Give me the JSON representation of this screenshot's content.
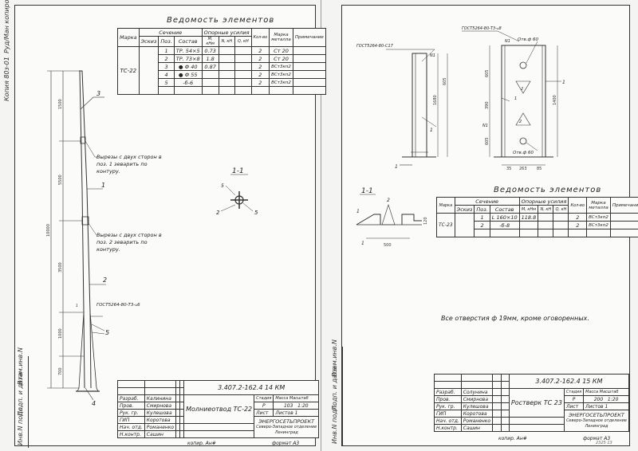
{
  "left_sheet": {
    "side_notes": [
      "Копия 80з-01",
      "Руд/Ман копирова"
    ],
    "side_strip": [
      "Инв.N подл.",
      "Подп. и дата",
      "Взам.инв.N"
    ],
    "table": {
      "title": "Ведомость элементов",
      "headers": {
        "mark": "Марка",
        "section": "Сечение",
        "sketch": "Эскиз",
        "pos": "Поз.",
        "composition": "Состав",
        "forces": "Опорные усилия",
        "m": "М, кНм",
        "n": "N, кН",
        "q": "Q, кН",
        "qty": "Кол-во",
        "steel": "Марка металла",
        "note": "Примечание"
      },
      "mark_value": "ТС-22",
      "rows": [
        {
          "pos": "1",
          "comp": "ТР. 54×5",
          "m": "0.73",
          "qty": "2",
          "steel": "Ст 20"
        },
        {
          "pos": "2",
          "comp": "ТР. 73×8",
          "m": "1.8",
          "qty": "2",
          "steel": "Ст 20"
        },
        {
          "pos": "3",
          "comp": "● Ф 40",
          "m": "0.87",
          "qty": "2",
          "steel": "ВСт3кп2"
        },
        {
          "pos": "4",
          "comp": "● Ф 55",
          "m": "",
          "qty": "2",
          "steel": "ВСт3кп2"
        },
        {
          "pos": "5",
          "comp": "-б-6",
          "m": "",
          "qty": "2",
          "steel": "ВСт3кп2"
        }
      ]
    },
    "callouts": {
      "c3": "3",
      "c1a": "1",
      "c1b": "1",
      "c2": "2",
      "c4": "4",
      "c5": "5",
      "cut1": "Вырезы с двух сторон в поз. 1 зеварить по контуру.",
      "cut2": "Вырезы с двух сторон в поз. 2 зеварить по контуру.",
      "gost": "ГОСТ5264-80-Т3-▵6"
    },
    "dims": {
      "d1": "1500",
      "d2": "5500",
      "d3": "3500",
      "d4": "1000",
      "d5": "700",
      "d6": "10000"
    },
    "section": {
      "title": "1-1",
      "p5": "5",
      "p2": "2",
      "p5b": "5"
    },
    "stamp": {
      "code": "3.407.2-162.4  14 КМ",
      "name": "Молниеотвод  ТС-22",
      "stage_h": "Стадия",
      "mass_h": "Масса",
      "scale_h": "Масштаб",
      "stage": "Р",
      "mass": "103",
      "scale": "1:20",
      "sheet": "Лист",
      "sheets": "Листов 1",
      "org": "ЭНЕРГОСЕТЬПРОЕКТ",
      "org2": "Северо-Западное отделение",
      "org3": "Ленинград",
      "people": [
        [
          "Разраб.",
          "Калинина"
        ],
        [
          "Пров.",
          "Смирнова"
        ],
        [
          "Рук. гр.",
          "Кулешова"
        ],
        [
          "ГИП",
          "Коротова"
        ],
        [
          "Нач. отд.",
          "Романенко"
        ],
        [
          "Н.контр.",
          "Сашин"
        ]
      ],
      "copied": "копир.  Ан#",
      "format": "формат А3"
    }
  },
  "right_sheet": {
    "side_strip": [
      "Инв.N подл.",
      "Подп. и дата",
      "Взам.инв.N"
    ],
    "labels": {
      "gost_a": "ГОСТ5264-80-С17",
      "gost_b": "ГОСТ5264-80-Т3-▵8",
      "n1": "N1",
      "n1b": "N1",
      "n1c": "N1",
      "hole1": "Отв.ф 60",
      "hole2": "Отв.ф 60",
      "c1a": "1",
      "c1b": "1",
      "c1c": "1",
      "c1d": "1",
      "c2": "2",
      "c2b": "2",
      "d_a": "1680",
      "d_b": "1400",
      "d_c": "605",
      "d_d": "390",
      "d_e": "605",
      "d_f": "263",
      "d_g": "85",
      "d_h": "35",
      "sec": "1-1",
      "sec_d": "500",
      "sec_e": "120",
      "c1e": "1",
      "c1f": "1",
      "c2c": "2",
      "note": "Все отверстия ф 19мм, кроме оговоренных."
    },
    "table": {
      "title": "Ведомость элементов",
      "headers": {
        "mark": "Марка",
        "section": "Сечение",
        "sketch": "Эскиз",
        "pos": "Поз.",
        "composition": "Состав",
        "forces": "Опорные усилия",
        "m": "М, кНм",
        "n": "N, кН",
        "q": "Q, кН",
        "qty": "Кол-во",
        "steel": "Марка металла",
        "note": "Примечание"
      },
      "mark_value": "ТС-23",
      "rows": [
        {
          "pos": "1",
          "comp": "L 160×10",
          "m": "118.8",
          "qty": "2",
          "steel": "ВСт3кп2"
        },
        {
          "pos": "2",
          "comp": "-б-8",
          "m": "",
          "qty": "2",
          "steel": "ВСт3кп2"
        }
      ]
    },
    "stamp": {
      "code": "3.407.2-162.4  15 КМ",
      "name": "Ростверк  ТС 23",
      "stage_h": "Стадия",
      "mass_h": "Масса",
      "scale_h": "Масштаб",
      "stage": "Р",
      "mass": "200",
      "scale": "1:20",
      "sheet": "Лист",
      "sheets": "Листов 1",
      "org": "ЭНЕРГОСЕТЬПРОЕКТ",
      "org2": "Северо-Западное отделение",
      "org3": "Ленинград",
      "people": [
        [
          "Разраб.",
          "Солунина"
        ],
        [
          "Пров.",
          "Смирнова"
        ],
        [
          "Рук. гр.",
          "Кулешова"
        ],
        [
          "ГИП",
          "Коротова"
        ],
        [
          "Нач. отд.",
          "Романенко"
        ],
        [
          "Н.контр.",
          "Сашин"
        ]
      ],
      "copied": "копир.  Ан#",
      "format": "формат А3",
      "corner": "2325 13"
    }
  }
}
